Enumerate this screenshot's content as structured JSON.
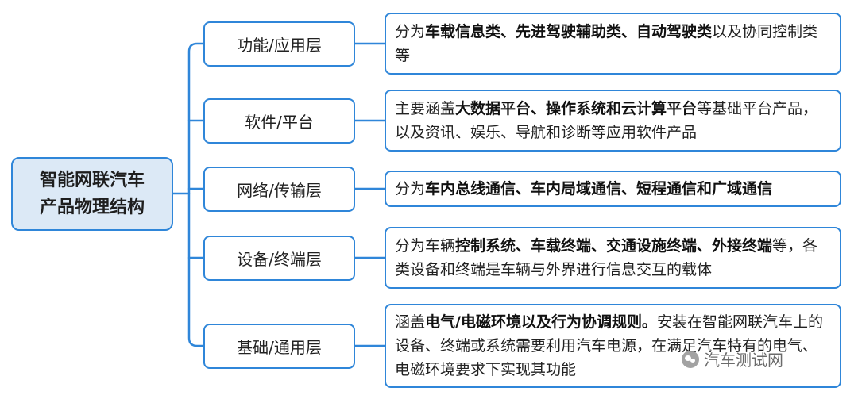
{
  "root": {
    "line1": "智能网联汽车",
    "line2": "产品物理结构"
  },
  "branches": [
    {
      "label": "功能/应用层",
      "segments": [
        {
          "t": "分为",
          "b": false
        },
        {
          "t": "车载信息类、先进驾驶辅助类、自动驾驶类",
          "b": true
        },
        {
          "t": "以及协同控制类等",
          "b": false
        }
      ]
    },
    {
      "label": "软件/平台",
      "segments": [
        {
          "t": "主要涵盖",
          "b": false
        },
        {
          "t": "大数据平台、操作系统和云计算平台",
          "b": true
        },
        {
          "t": "等基础平台产品，以及资讯、娱乐、导航和诊断等应用软件产品",
          "b": false
        }
      ]
    },
    {
      "label": "网络/传输层",
      "segments": [
        {
          "t": "分为",
          "b": false
        },
        {
          "t": "车内总线通信、车内局域通信、短程通信和广域通信",
          "b": true
        }
      ]
    },
    {
      "label": "设备/终端层",
      "segments": [
        {
          "t": "分为车辆",
          "b": false
        },
        {
          "t": "控制系统、车载终端、交通设施终端、外接终端",
          "b": true
        },
        {
          "t": "等，各类设备和终端是车辆与外界进行信息交互的载体",
          "b": false
        }
      ]
    },
    {
      "label": "基础/通用层",
      "segments": [
        {
          "t": "涵盖",
          "b": false
        },
        {
          "t": "电气/电磁环境以及行为协调规则。",
          "b": true
        },
        {
          "t": "安装在智能网联汽车上的设备、终端或系统需要利用汽车电源，在满足汽车特有的电气、电磁环境要求下实现其功能",
          "b": false
        }
      ]
    }
  ],
  "watermark": {
    "text": "汽车测试网",
    "icon": "wechat-icon"
  },
  "colors": {
    "accent": "#2f86d9",
    "root_fill": "#dce9f6"
  }
}
